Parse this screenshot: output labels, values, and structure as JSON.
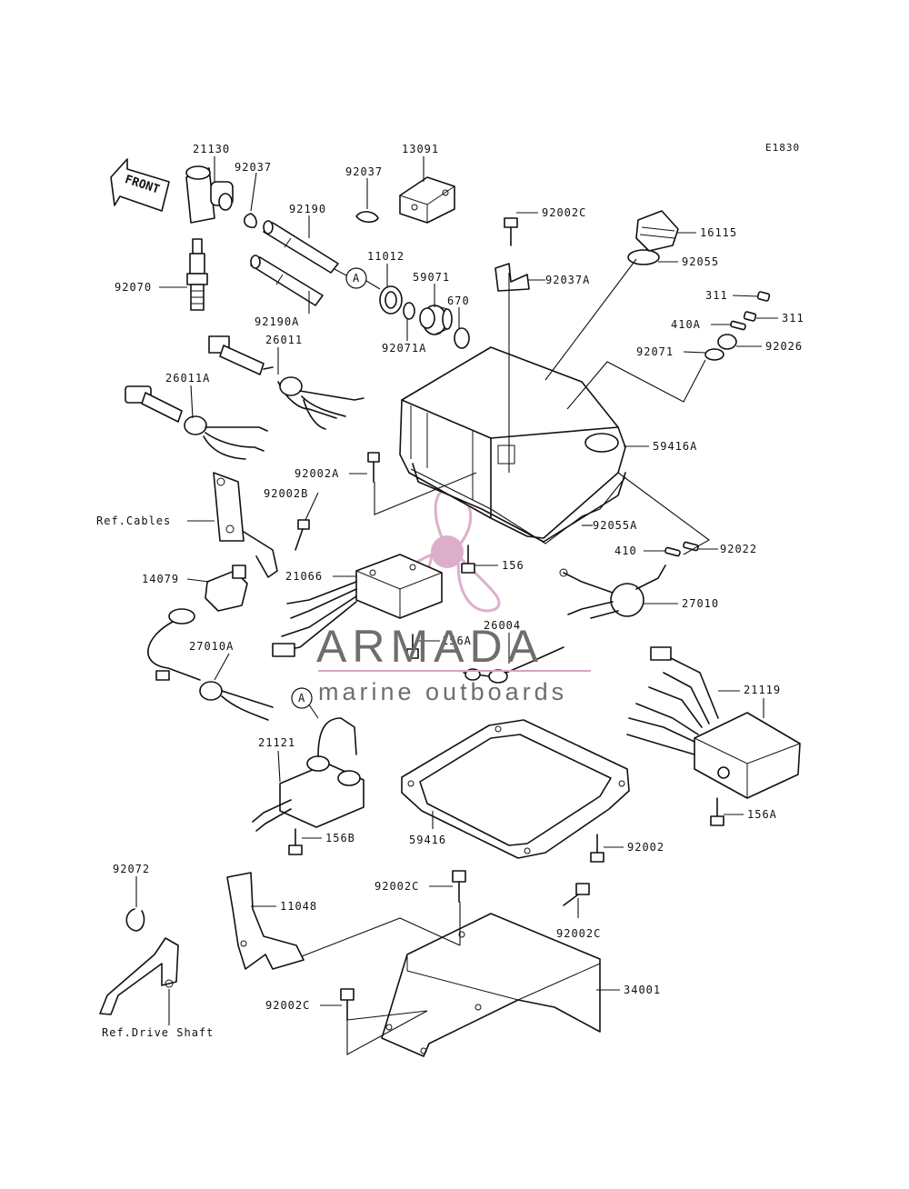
{
  "diagram": {
    "code": "E1830",
    "front_label": "FRONT",
    "callouts": [
      "A",
      "A"
    ],
    "parts": [
      "21130",
      "92037",
      "13091",
      "92037",
      "92190",
      "92002C",
      "16115",
      "92055",
      "11012",
      "59071",
      "670",
      "92037A",
      "92070",
      "311",
      "311",
      "410A",
      "92026",
      "92071",
      "92071A",
      "92190A",
      "26011",
      "26011A",
      "59416A",
      "92002A",
      "92002B",
      "92055A",
      "156",
      "410",
      "92022",
      "14079",
      "21066",
      "27010",
      "26004",
      "156A",
      "27010A",
      "21119",
      "21121",
      "156A",
      "156B",
      "59416",
      "92002",
      "92072",
      "11048",
      "92002C",
      "92002C",
      "34001",
      "92002C"
    ],
    "refs": [
      "Ref.Cables",
      "Ref.Drive Shaft"
    ]
  },
  "watermark": {
    "brand": "ARMADA",
    "tagline": "marine outboards",
    "brand_color": "#6e6e6e",
    "logo_color": "#d8a1c2"
  }
}
